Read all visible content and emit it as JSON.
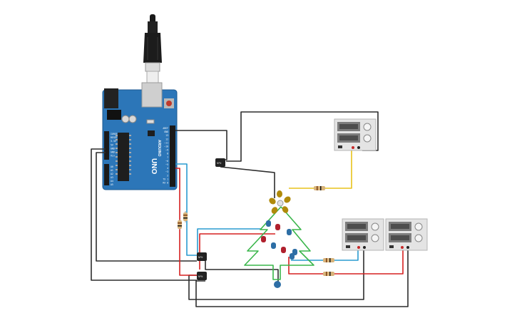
{
  "board": {
    "brand": "ARDUINO",
    "model": "UNO",
    "header_labels": [
      "AREF",
      "GND",
      "13",
      "12",
      "~11",
      "~10",
      "~9",
      "8",
      "7",
      "~6",
      "~5",
      "4",
      "~3",
      "2",
      "TX 1",
      "RX 0"
    ],
    "power_labels": [
      "IOREF",
      "RESET",
      "3.3V",
      "5V",
      "GND",
      "GND",
      "Vin"
    ],
    "analog_labels": [
      "A0",
      "A1",
      "A2",
      "A3",
      "A4",
      "A5"
    ]
  },
  "transistors": {
    "label": "NPN"
  },
  "colors": {
    "board": "#2c76b8",
    "board_dark": "#1d5a91",
    "wire_black": "#2d2d2d",
    "wire_red": "#d62020",
    "wire_blue": "#2a9bd0",
    "wire_yellow": "#e8c21c",
    "wire_green": "#39b54a",
    "led_blue": "#2d6ea5",
    "led_red": "#b0202d",
    "led_yellow": "#c9a200",
    "psu_body": "#e4e4e4"
  },
  "icons": {
    "usb_cable": "usb-cable-icon",
    "reset": "reset-button-icon"
  }
}
